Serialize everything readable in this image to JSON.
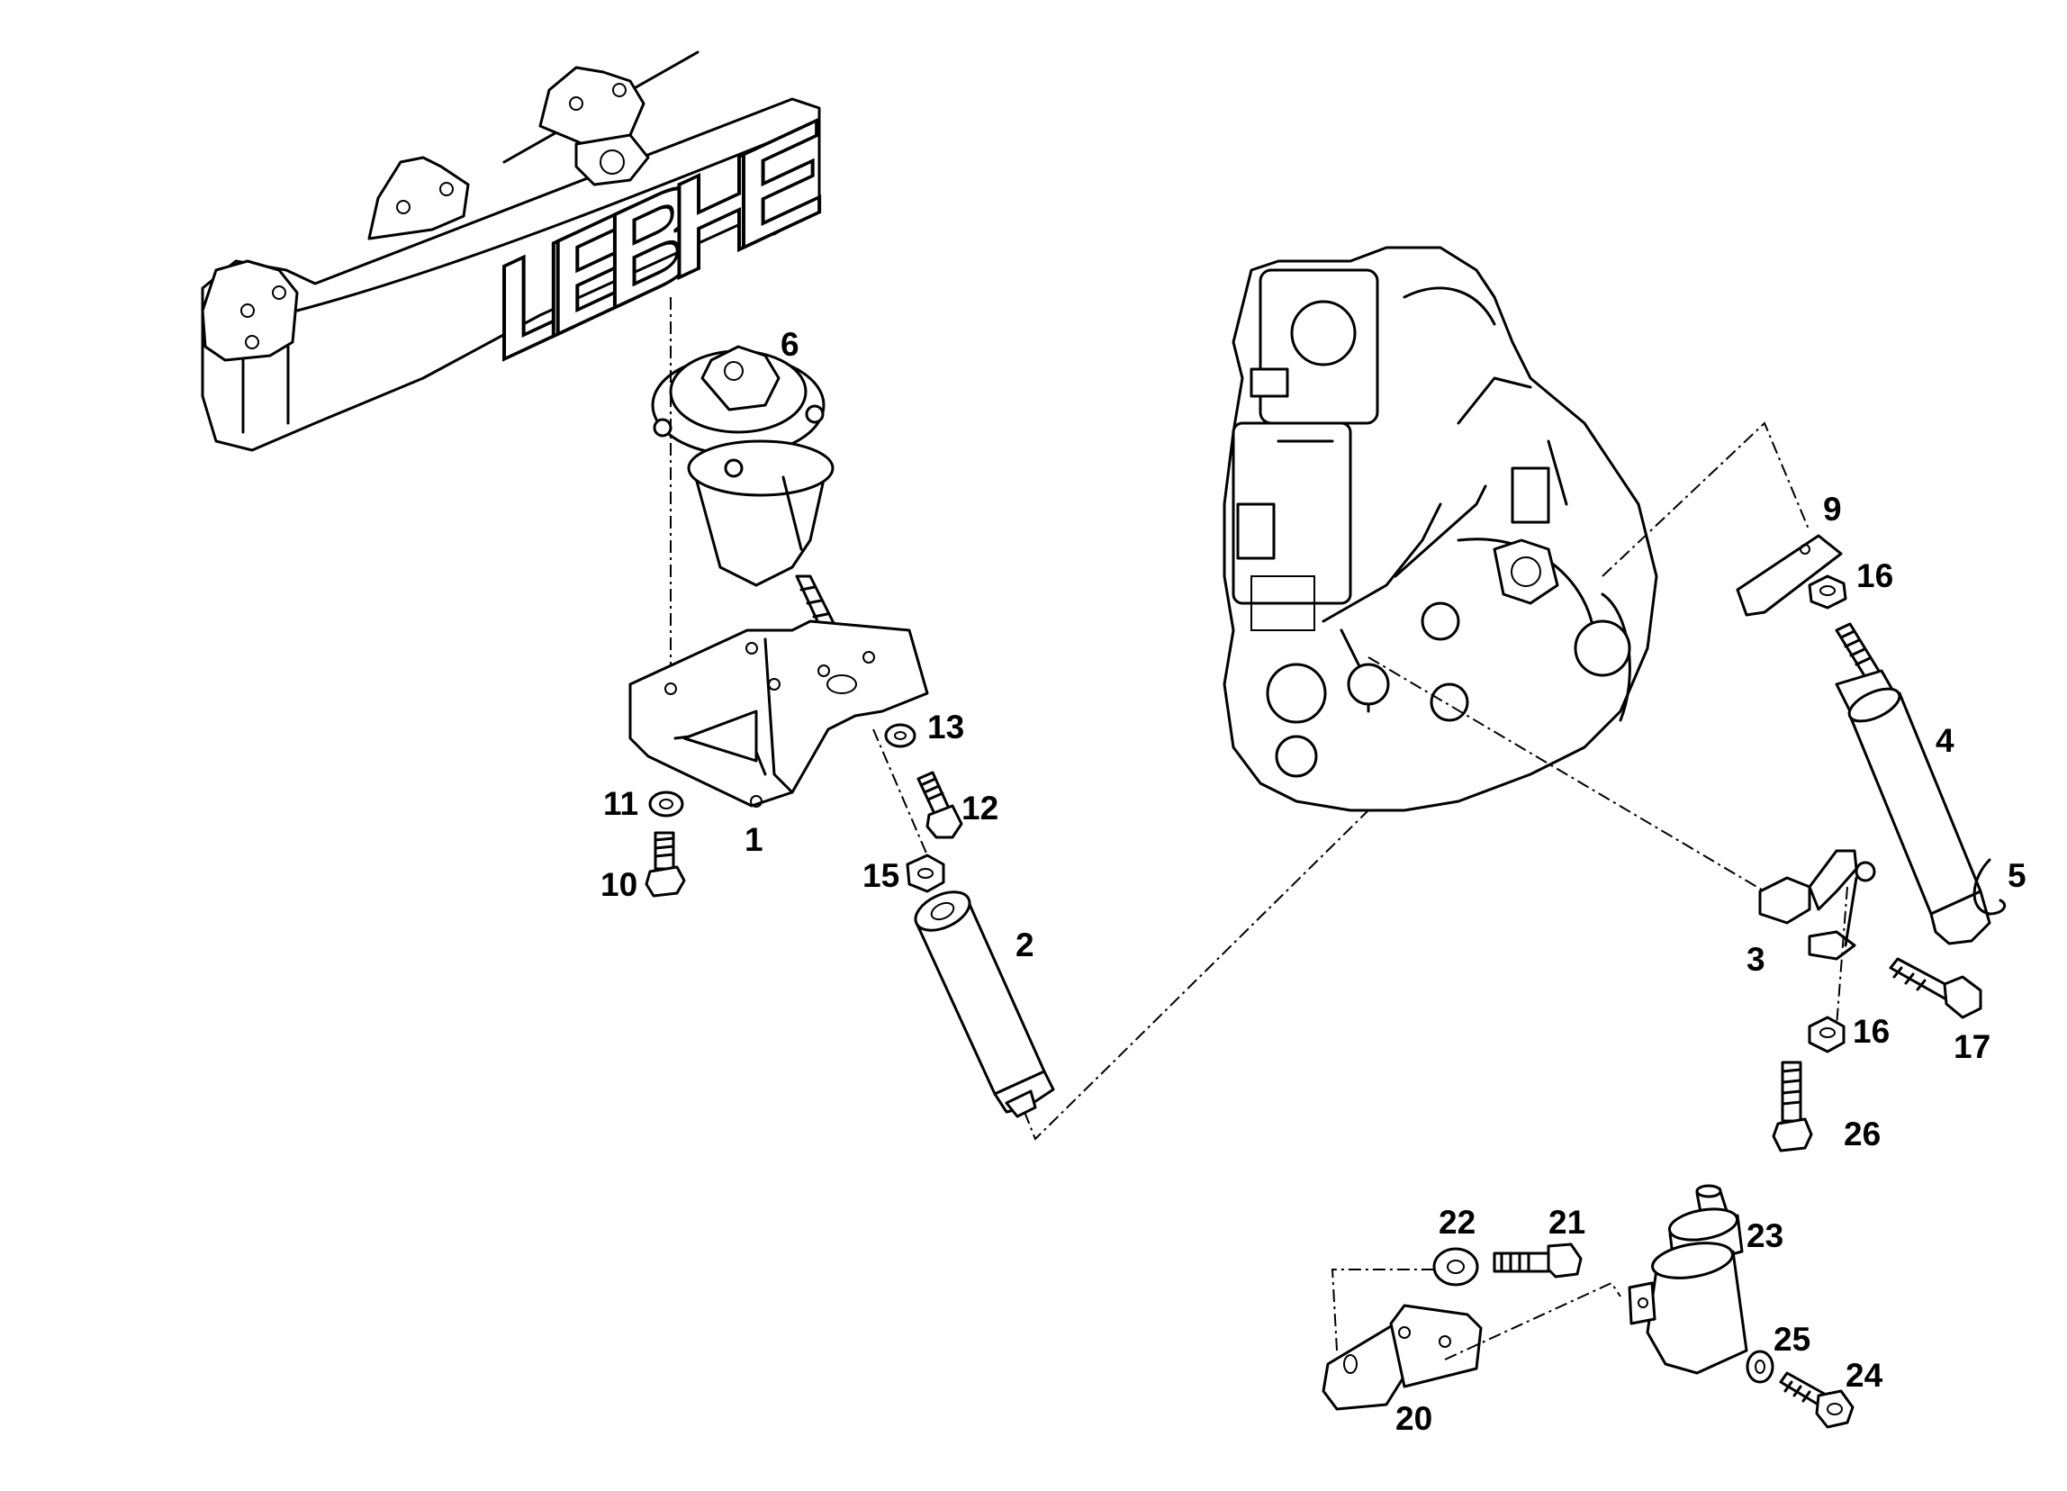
{
  "logo": {
    "text": "LIEBHE"
  },
  "parts": [
    {
      "id": "p1",
      "label": "1"
    },
    {
      "id": "p2",
      "label": "2"
    },
    {
      "id": "p3",
      "label": "3"
    },
    {
      "id": "p4",
      "label": "4"
    },
    {
      "id": "p5",
      "label": "5"
    },
    {
      "id": "p6",
      "label": "6"
    },
    {
      "id": "p9",
      "label": "9"
    },
    {
      "id": "p10",
      "label": "10"
    },
    {
      "id": "p11",
      "label": "11"
    },
    {
      "id": "p12",
      "label": "12"
    },
    {
      "id": "p13",
      "label": "13"
    },
    {
      "id": "p15",
      "label": "15"
    },
    {
      "id": "p16a",
      "label": "16"
    },
    {
      "id": "p16b",
      "label": "16"
    },
    {
      "id": "p17",
      "label": "17"
    },
    {
      "id": "p20",
      "label": "20"
    },
    {
      "id": "p21",
      "label": "21"
    },
    {
      "id": "p22",
      "label": "22"
    },
    {
      "id": "p23",
      "label": "23"
    },
    {
      "id": "p24",
      "label": "24"
    },
    {
      "id": "p25",
      "label": "25"
    },
    {
      "id": "p26",
      "label": "26"
    }
  ]
}
